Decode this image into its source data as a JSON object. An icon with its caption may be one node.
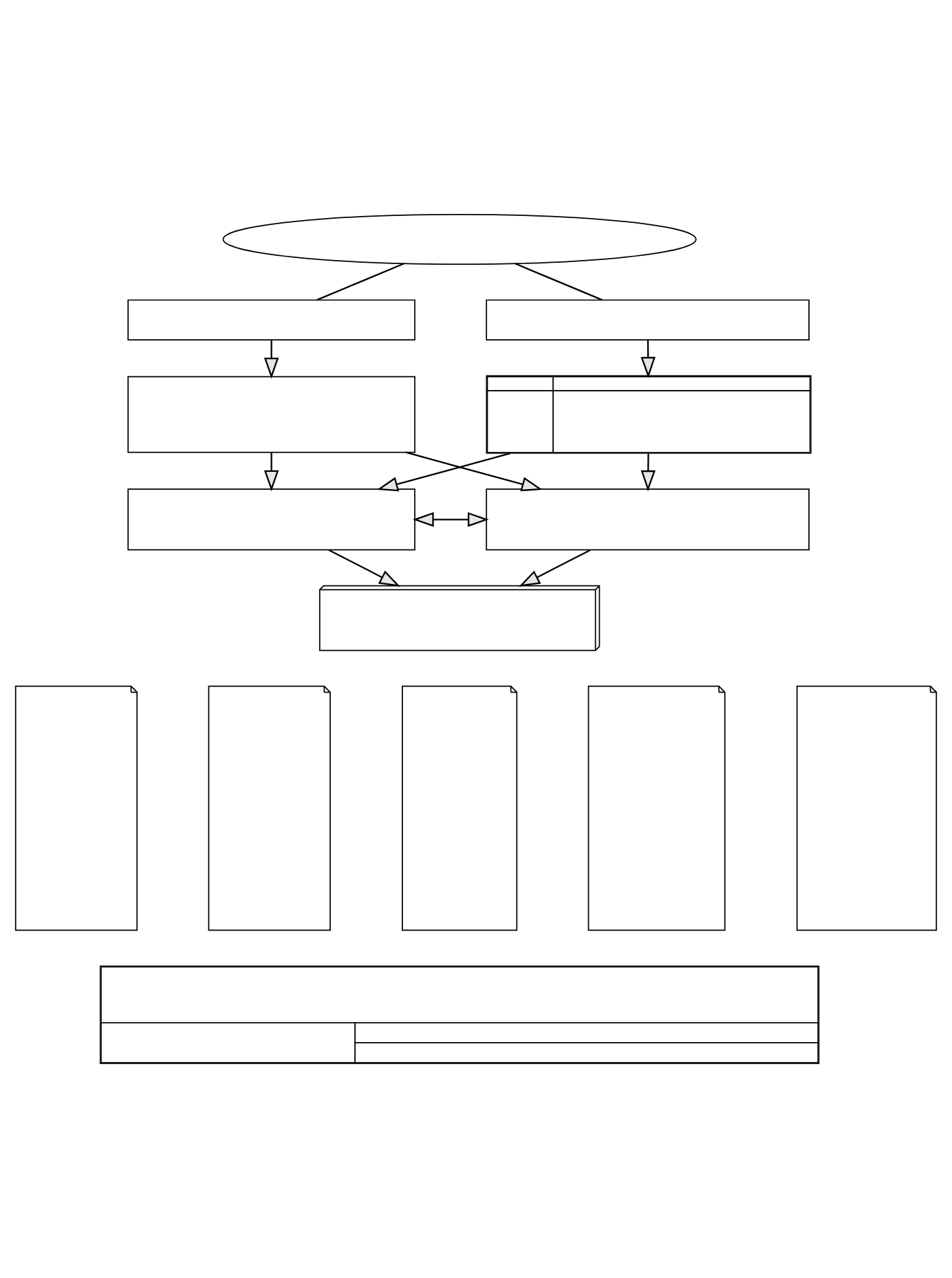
{
  "diagram": {
    "nodes": [
      {
        "text": [],
        "shape": "ellipse"
      },
      {
        "text": [],
        "shape": "box"
      },
      {
        "text": [],
        "shape": "box"
      },
      {
        "text": [],
        "shape": "box"
      },
      {
        "text": [],
        "shape": "table"
      },
      {
        "text": [],
        "shape": "box"
      },
      {
        "text": [],
        "shape": "box"
      },
      {
        "text": [],
        "shape": "document"
      },
      {
        "text": [],
        "shape": "page"
      },
      {
        "text": [],
        "shape": "page"
      },
      {
        "text": [],
        "shape": "page"
      },
      {
        "text": [],
        "shape": "page"
      },
      {
        "text": [],
        "shape": "page"
      },
      {
        "text": [],
        "shape": "table"
      }
    ],
    "edges": [
      {
        "from": 0,
        "to": 1,
        "arrow": "none"
      },
      {
        "from": 1,
        "to": 3,
        "arrow": "to"
      },
      {
        "from": 0,
        "to": 2,
        "arrow": "none"
      },
      {
        "from": 2,
        "to": 4,
        "arrow": "to"
      },
      {
        "from": 3,
        "to": 5,
        "arrow": "to"
      },
      {
        "from": 3,
        "to": 6,
        "arrow": "to"
      },
      {
        "from": 4,
        "to": 5,
        "arrow": "to"
      },
      {
        "from": 4,
        "to": 6,
        "arrow": "to"
      },
      {
        "from": 5,
        "to": 6,
        "arrow": "both"
      },
      {
        "from": 5,
        "to": 7,
        "arrow": "to"
      },
      {
        "from": 6,
        "to": 7,
        "arrow": "to"
      }
    ]
  }
}
